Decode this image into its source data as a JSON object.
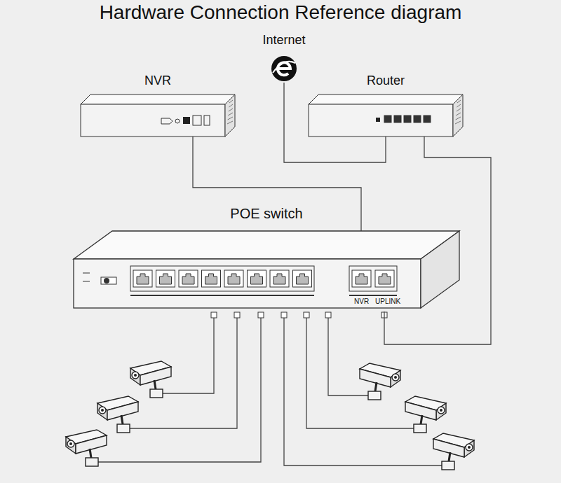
{
  "diagram": {
    "title": "Hardware Connection Reference diagram",
    "nodes": [
      {
        "text": [
          "Internet"
        ]
      },
      {
        "text": [
          "NVR"
        ]
      },
      {
        "text": [
          "Router"
        ]
      },
      {
        "text": [
          "POE switch"
        ]
      }
    ],
    "edges": [
      {
        "from": 1,
        "to": 3,
        "arrow": "none"
      },
      {
        "from": 0,
        "to": 2,
        "arrow": "none"
      },
      {
        "from": 2,
        "to": 3,
        "arrow": "none"
      }
    ],
    "labels": [
      "NVR",
      "UPLINK"
    ]
  }
}
